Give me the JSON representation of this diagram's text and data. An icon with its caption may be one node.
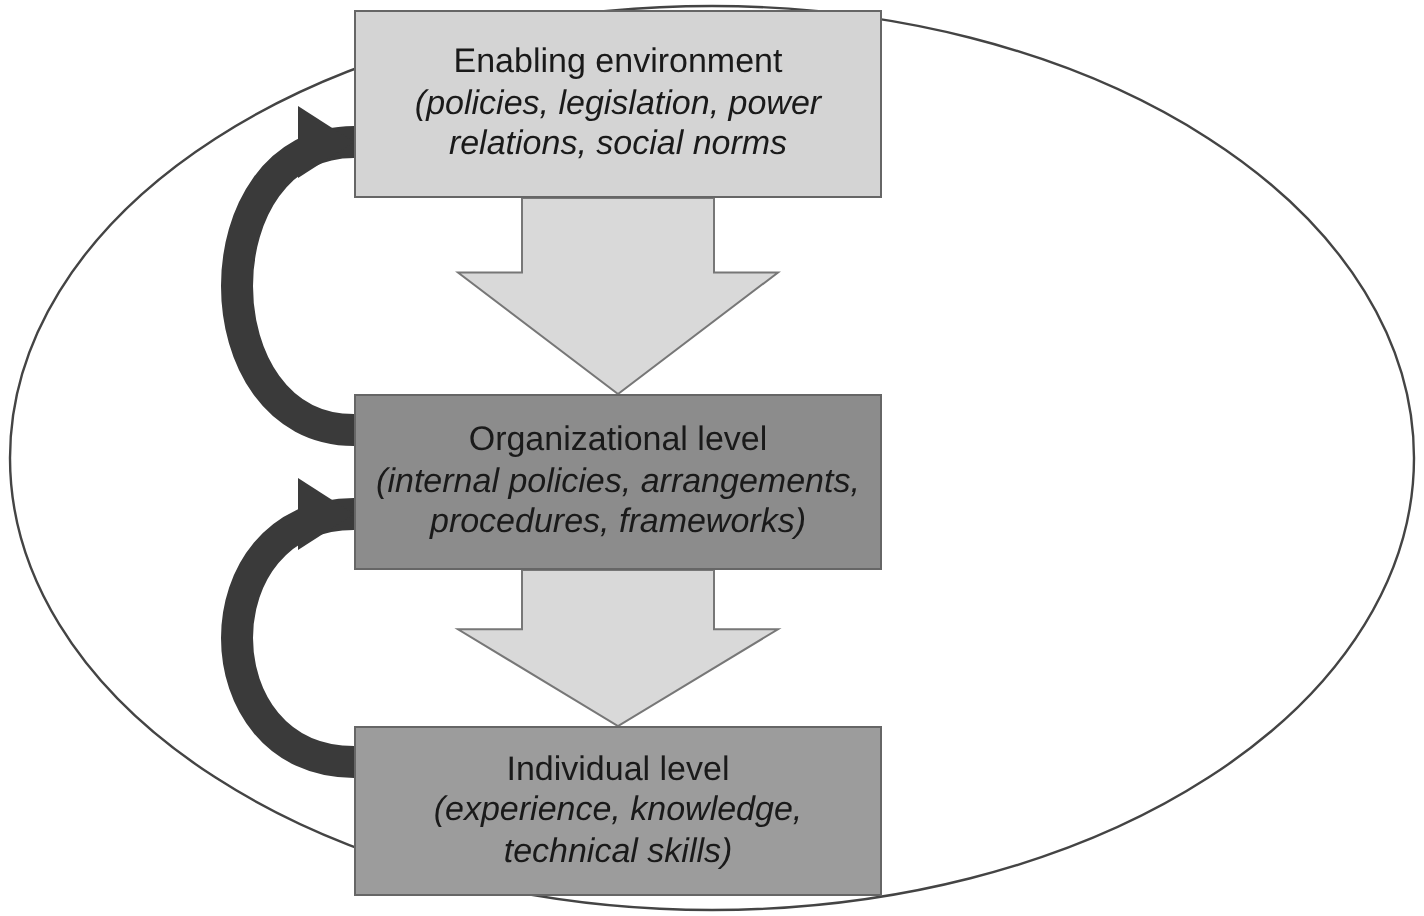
{
  "diagram": {
    "nodes": [
      {
        "text": [],
        "shape": "ellipse"
      },
      {
        "text": [
          "Enabling environment",
          "(policies, legislation, power relations, social norms"
        ],
        "in": 0
      },
      {
        "text": [
          "Organizational level",
          "(internal policies, arrangements, procedures, frameworks)"
        ],
        "in": 0
      },
      {
        "text": [
          "Individual level",
          "(experience, knowledge, technical skills)"
        ],
        "in": 0
      }
    ],
    "edges": [
      {
        "from": 1,
        "to": 2,
        "arrow": "to",
        "style": "thick",
        "color": "#d9d9d9"
      },
      {
        "from": 2,
        "to": 1,
        "arrow": "to",
        "color": "#3a3a3a"
      },
      {
        "from": 2,
        "to": 3,
        "arrow": "to",
        "style": "thick",
        "color": "#d9d9d9"
      },
      {
        "from": 3,
        "to": 2,
        "arrow": "to",
        "color": "#3a3a3a"
      }
    ]
  }
}
